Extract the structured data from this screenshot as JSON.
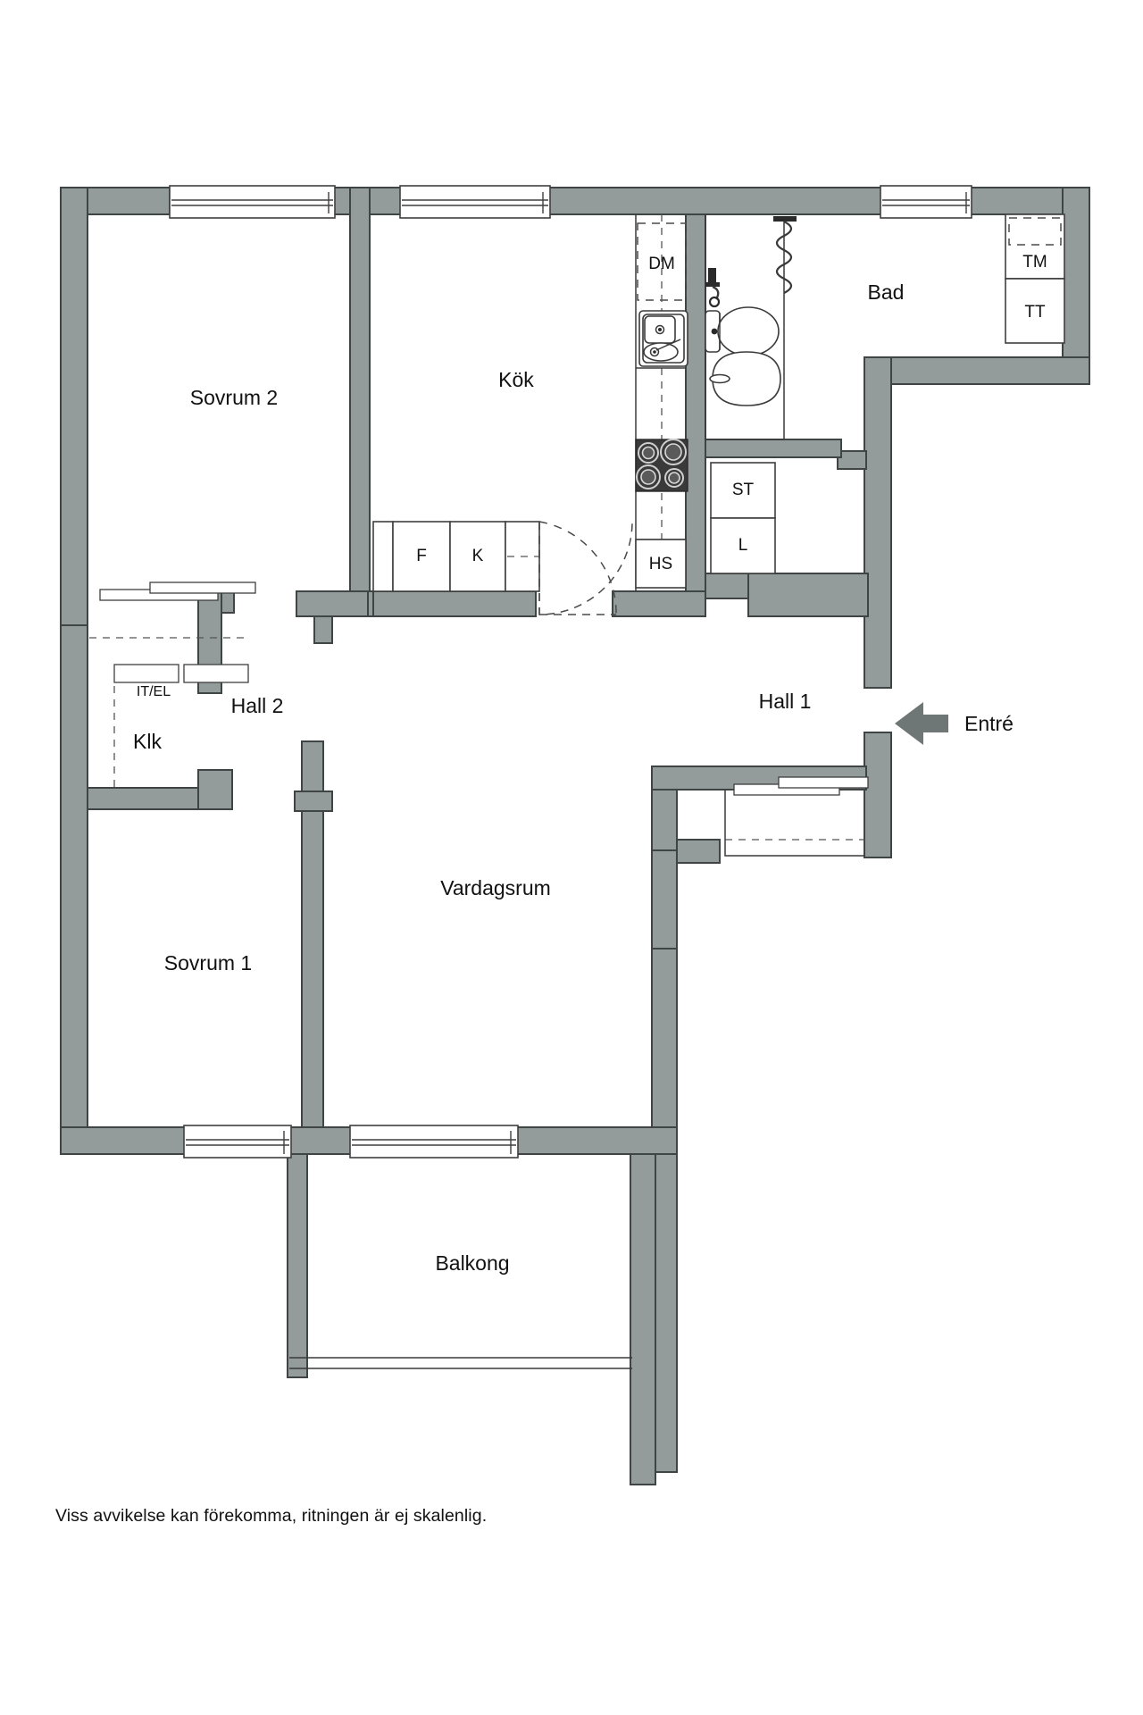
{
  "plan": {
    "caption": "Viss avvikelse kan förekomma, ritningen är ej skalenlig.",
    "colors": {
      "wall": "#939b9b",
      "wall_outline": "#3f4444",
      "text": "#111111",
      "hob": "#3a3a3a",
      "background": "#ffffff",
      "arrow": "#6f7676"
    },
    "rooms": [
      {
        "id": "sovrum2",
        "label": "Sovrum 2"
      },
      {
        "id": "kok",
        "label": "Kök"
      },
      {
        "id": "bad",
        "label": "Bad"
      },
      {
        "id": "hall2",
        "label": "Hall 2"
      },
      {
        "id": "hall1",
        "label": "Hall 1"
      },
      {
        "id": "klk",
        "label": "Klk"
      },
      {
        "id": "vardagsrum",
        "label": "Vardagsrum"
      },
      {
        "id": "sovrum1",
        "label": "Sovrum 1"
      },
      {
        "id": "balkong",
        "label": "Balkong"
      }
    ],
    "fixtures": [
      {
        "id": "dm",
        "label": "DM"
      },
      {
        "id": "tm",
        "label": "TM"
      },
      {
        "id": "tt",
        "label": "TT"
      },
      {
        "id": "st",
        "label": "ST"
      },
      {
        "id": "l",
        "label": "L"
      },
      {
        "id": "hs",
        "label": "HS"
      },
      {
        "id": "f",
        "label": "F"
      },
      {
        "id": "k",
        "label": "K"
      },
      {
        "id": "itel",
        "label": "IT/EL"
      }
    ],
    "entry": {
      "label": "Entré"
    }
  }
}
